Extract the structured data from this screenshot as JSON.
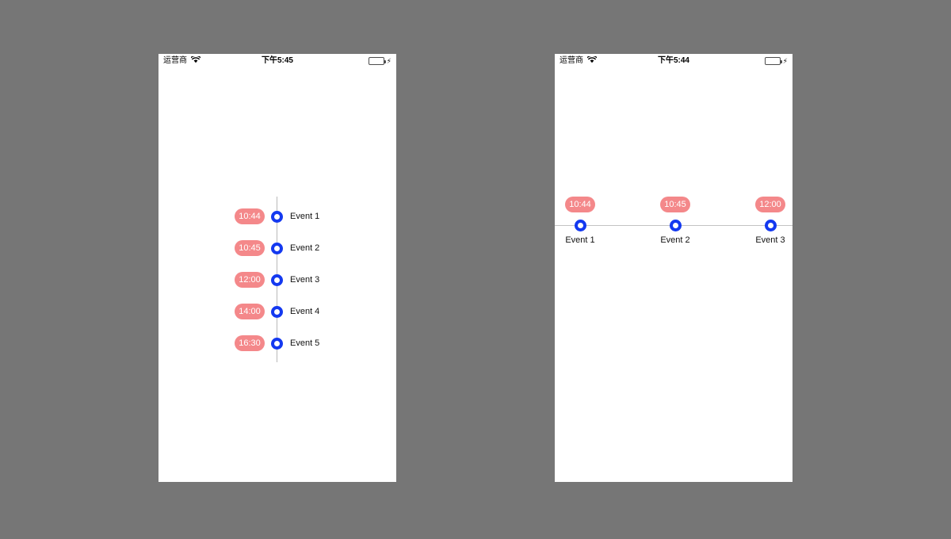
{
  "background_color": "#767676",
  "accent_colors": {
    "badge_background": "#f4888a",
    "badge_text": "#ffffff",
    "dot_ring": "#1439f0",
    "dot_fill": "#ffffff",
    "line": "#b9b9b9",
    "battery_fill": "#4cd749",
    "label_text": "#111111"
  },
  "screens": [
    {
      "id": "vertical",
      "orientation": "vertical",
      "status_bar": {
        "carrier": "运营商",
        "wifi_icon": "wifi-icon",
        "time": "下午5:45",
        "battery_icon": "battery-icon",
        "charging_icon": "lightning-bolt-icon"
      },
      "events": [
        {
          "time": "10:44",
          "label": "Event 1"
        },
        {
          "time": "10:45",
          "label": "Event 2"
        },
        {
          "time": "12:00",
          "label": "Event 3"
        },
        {
          "time": "14:00",
          "label": "Event 4"
        },
        {
          "time": "16:30",
          "label": "Event 5"
        }
      ]
    },
    {
      "id": "horizontal",
      "orientation": "horizontal",
      "status_bar": {
        "carrier": "运营商",
        "wifi_icon": "wifi-icon",
        "time": "下午5:44",
        "battery_icon": "battery-icon",
        "charging_icon": "lightning-bolt-icon"
      },
      "events": [
        {
          "time": "10:44",
          "label": "Event 1"
        },
        {
          "time": "10:45",
          "label": "Event 2"
        },
        {
          "time": "12:00",
          "label": "Event 3"
        }
      ]
    }
  ]
}
